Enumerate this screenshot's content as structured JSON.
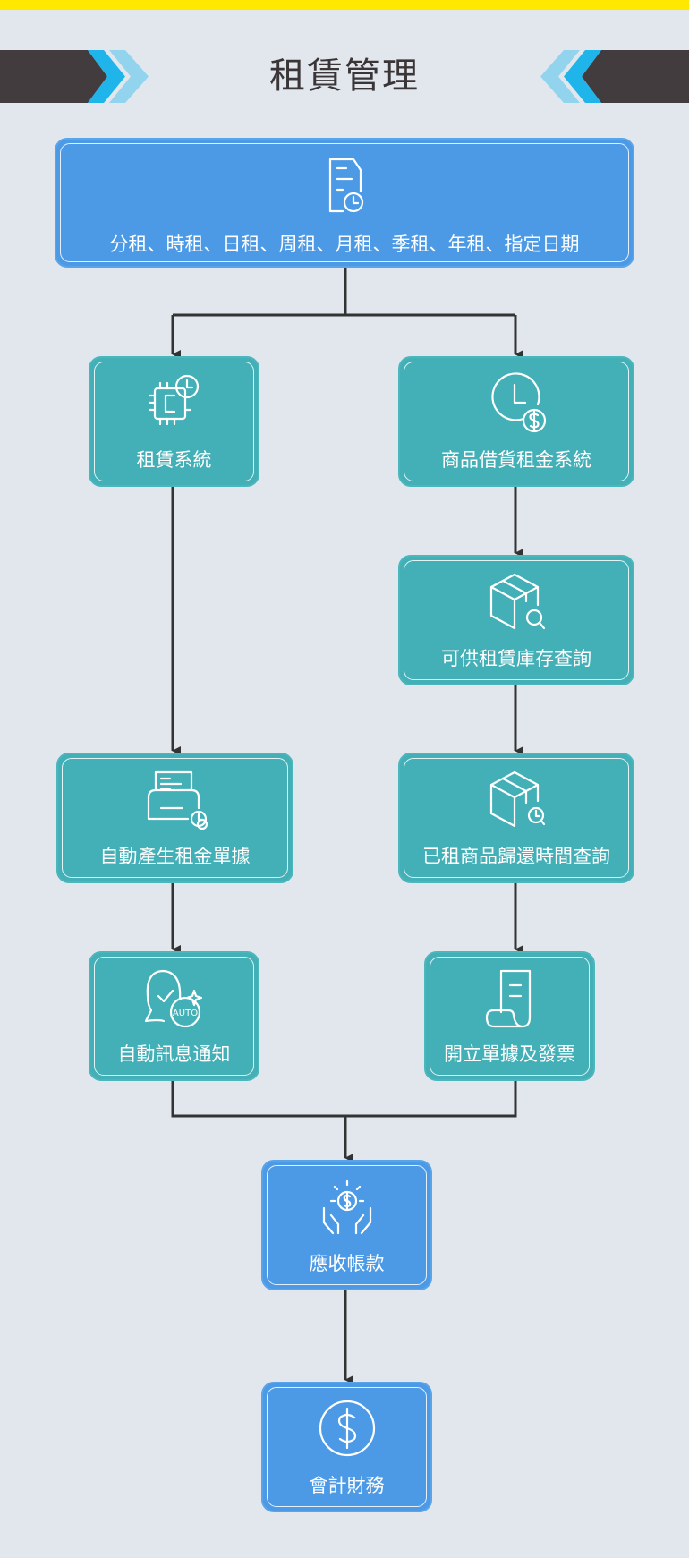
{
  "header": {
    "title": "租賃管理"
  },
  "colors": {
    "blue": "#4c9ae6",
    "teal": "#43afb6",
    "accent": "#ffe800",
    "dark": "#433c3e"
  },
  "nodes": {
    "rental_types": {
      "label": "分租、時租、日租、周租、月租、季租、年租、指定日期",
      "icon": "document-clock-icon"
    },
    "rental_system": {
      "label": "租賃系統",
      "icon": "chip-clock-icon"
    },
    "goods_rental_system": {
      "label": "商品借貨租金系統",
      "icon": "clock-dollar-icon"
    },
    "inventory_query": {
      "label": "可供租賃庫存查詢",
      "icon": "box-search-icon"
    },
    "auto_receipt": {
      "label": "自動產生租金單據",
      "icon": "printer-dollar-icon"
    },
    "return_time_query": {
      "label": "已租商品歸還時間查詢",
      "icon": "box-clock-icon"
    },
    "auto_notify": {
      "label": "自動訊息通知",
      "icon": "chat-auto-icon",
      "badge": "AUTO"
    },
    "invoice": {
      "label": "開立單據及發票",
      "icon": "receipt-icon"
    },
    "receivables": {
      "label": "應收帳款",
      "icon": "hands-coin-icon"
    },
    "accounting": {
      "label": "會計財務",
      "icon": "dollar-circle-icon"
    }
  }
}
